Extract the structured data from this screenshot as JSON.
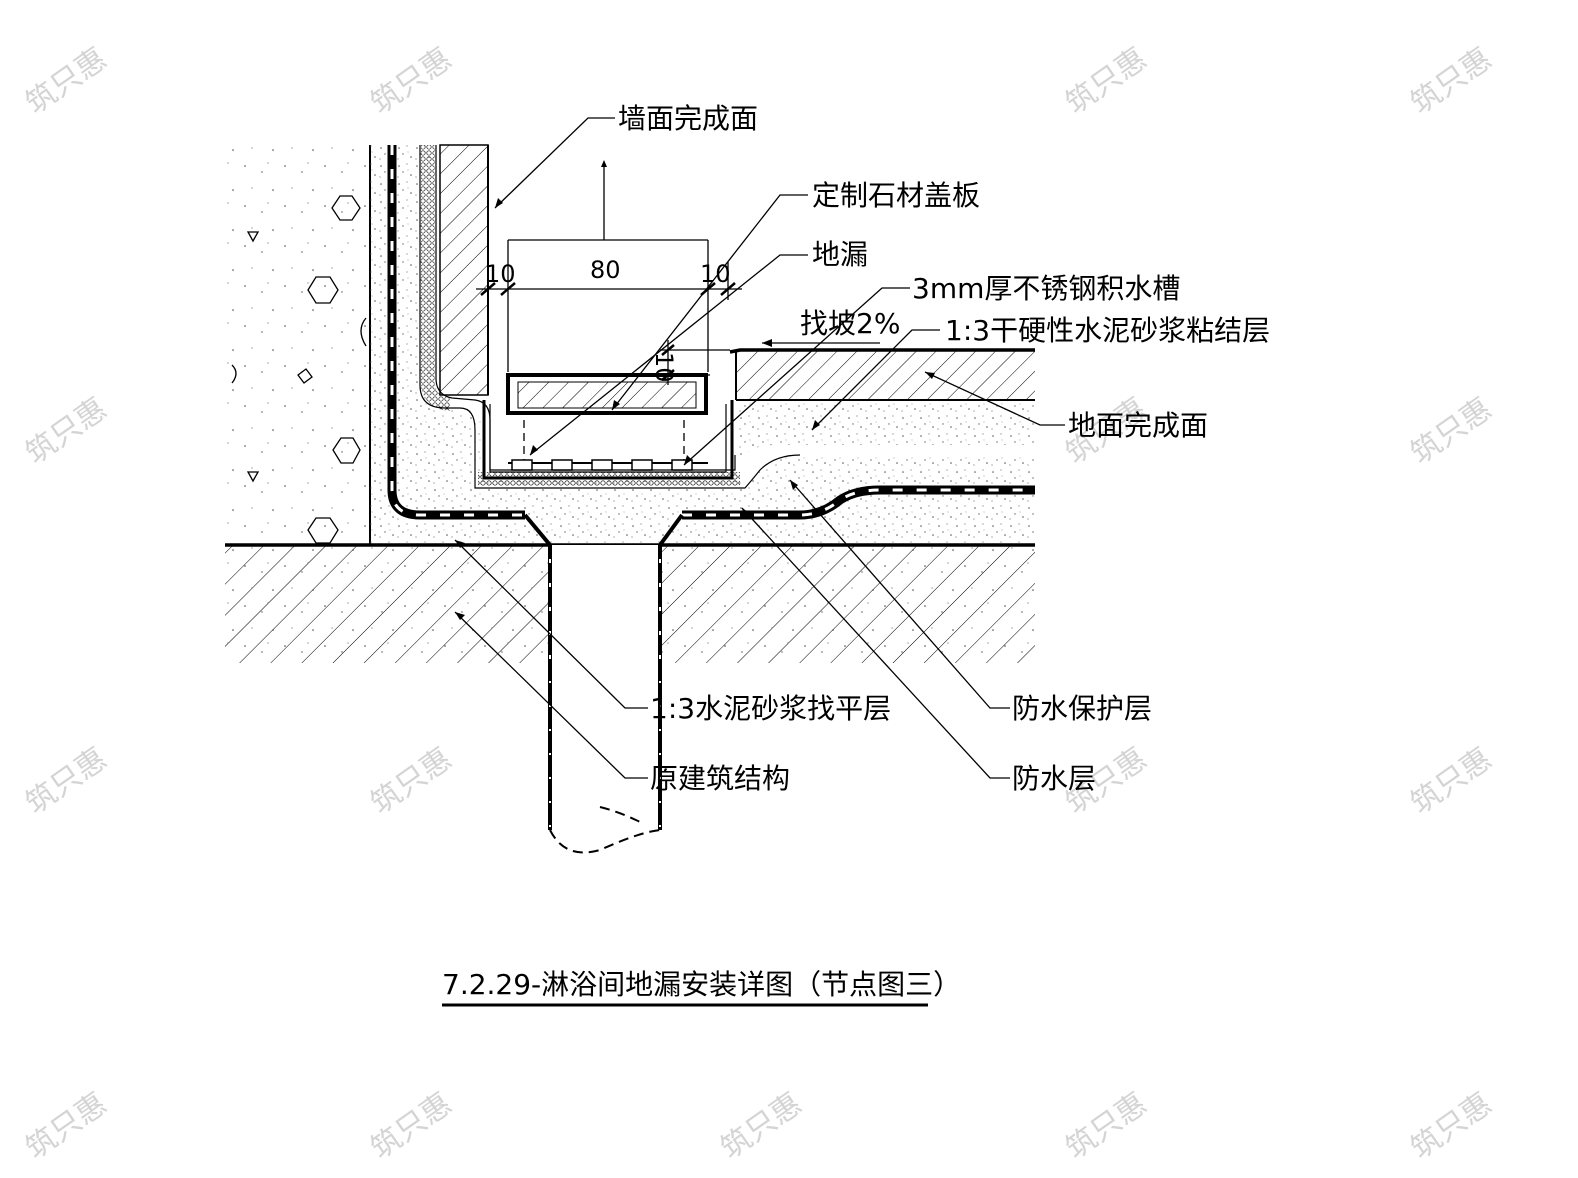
{
  "watermark": "筑只惠",
  "labels": {
    "wall_finish": "墙面完成面",
    "stone_cover": "定制石材盖板",
    "floor_drain": "地漏",
    "steel_trough": "3mm厚不锈钢积水槽",
    "slope": "找坡2%",
    "bonding_layer": "1:3干硬性水泥砂浆粘结层",
    "floor_finish": "地面完成面",
    "leveling_layer": "1:3水泥砂浆找平层",
    "waterproof_protect": "防水保护层",
    "structure": "原建筑结构",
    "waterproof": "防水层"
  },
  "dimensions": {
    "left": "10",
    "middle": "80",
    "right": "10",
    "vertical": "10"
  },
  "title": "7.2.29-淋浴间地漏安装详图（节点图三）"
}
